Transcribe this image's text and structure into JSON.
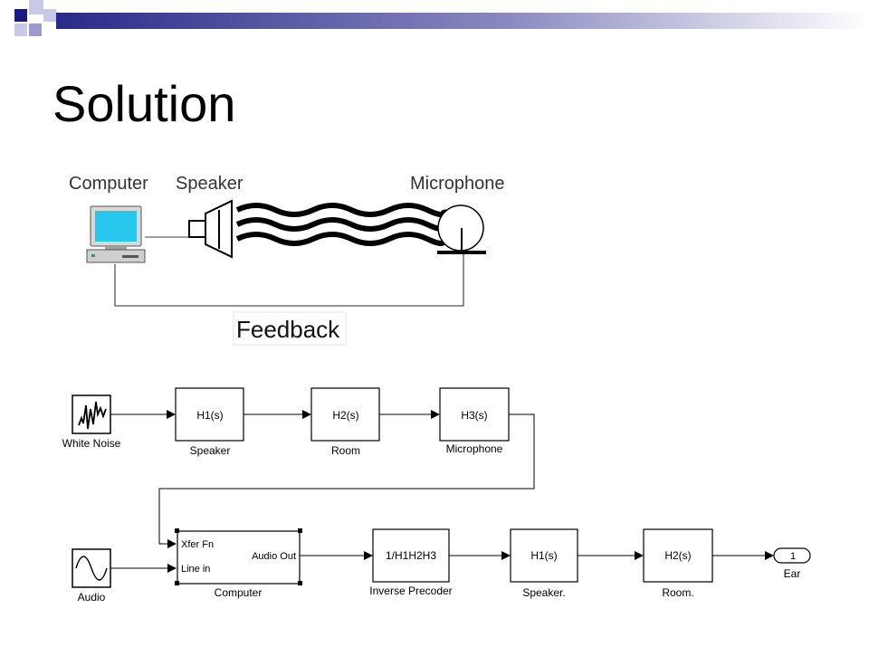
{
  "slide": {
    "title": "Solution",
    "header_gradient": {
      "from": "#2a2a8a",
      "to": "#ffffff"
    },
    "accent_squares": [
      "#1a1a80",
      "#9a9ad0",
      "#c8c8e8"
    ]
  },
  "physical_diagram": {
    "labels": {
      "computer": "Computer",
      "speaker": "Speaker",
      "microphone": "Microphone",
      "feedback": "Feedback"
    }
  },
  "block_diagram": {
    "sources": {
      "white_noise": "White Noise",
      "audio": "Audio"
    },
    "blocks": {
      "speaker": {
        "text": "H1(s)",
        "caption": "Speaker"
      },
      "room": {
        "text": "H2(s)",
        "caption": "Room"
      },
      "microphone": {
        "text": "H3(s)",
        "caption": "Microphone"
      },
      "computer": {
        "caption": "Computer",
        "port_xfer": "Xfer Fn",
        "port_line": "Line in",
        "port_out": "Audio Out"
      },
      "inverse": {
        "text": "1/H1H2H3",
        "caption": "Inverse Precoder"
      },
      "speaker2": {
        "text": "H1(s)",
        "caption": "Speaker."
      },
      "room2": {
        "text": "H2(s)",
        "caption": "Room."
      }
    },
    "outport": {
      "number": "1",
      "caption": "Ear"
    }
  }
}
